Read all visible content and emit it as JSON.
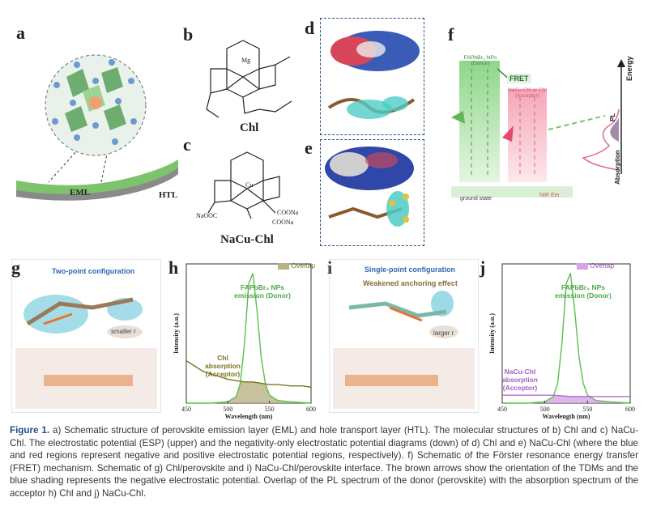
{
  "panels": {
    "a": {
      "label": "a",
      "eml": "EML",
      "htl": "HTL"
    },
    "b": {
      "label": "b",
      "name": "Chl",
      "metal": "Mg"
    },
    "c": {
      "label": "c",
      "name": "NaCu-Chl",
      "metal": "Cu",
      "groups": [
        "NaOOC",
        "COONa",
        "COONa"
      ]
    },
    "d": {
      "label": "d"
    },
    "e": {
      "label": "e"
    },
    "f": {
      "label": "f",
      "donor": "FAPbBr₃ NPs (Donor)",
      "fret": "FRET",
      "acceptor": "NaCu-Chl or Chl (Acceptor)",
      "ground": "ground state",
      "nir": "NIR Em.",
      "energy": "Energy",
      "pl": "PL",
      "absorption": "Absorption"
    },
    "g": {
      "label": "g",
      "title": "Two-point configuration",
      "note": "smaller r"
    },
    "h": {
      "label": "h",
      "overlap": "Overlap",
      "emission": "FAPbBr₃ NPs emission (Donor)",
      "absorption": "Chl absorption (Acceptor)",
      "xlabel": "Wavelength (nm)",
      "ylabel": "Intensity (a.u.)"
    },
    "i": {
      "label": "i",
      "title": "Single-point configuration",
      "subtitle": "Weakened anchoring effect",
      "note": "larger r"
    },
    "j": {
      "label": "j",
      "overlap": "Overlap",
      "emission": "FAPbBr₃ NPs emission (Donor)",
      "absorption": "NaCu-Chl absorption (Acceptor)",
      "xlabel": "Wavelength (nm)",
      "ylabel": "Intensity (a.u.)"
    }
  },
  "chart_data": [
    {
      "type": "area",
      "panel": "h",
      "xlabel": "Wavelength (nm)",
      "ylabel": "Intensity (a.u.)",
      "xlim": [
        450,
        600
      ],
      "xticks": [
        450,
        500,
        550,
        600
      ],
      "series": [
        {
          "name": "FAPbBr₃ NPs emission (Donor)",
          "color": "#5cbf4f",
          "x": [
            450,
            480,
            500,
            510,
            515,
            520,
            525,
            530,
            535,
            540,
            545,
            550,
            560,
            575,
            600
          ],
          "y": [
            0.0,
            0.0,
            0.01,
            0.05,
            0.15,
            0.45,
            0.9,
            0.98,
            0.7,
            0.35,
            0.15,
            0.06,
            0.02,
            0.01,
            0.0
          ]
        },
        {
          "name": "Chl absorption (Acceptor)",
          "color": "#7a7420",
          "x": [
            450,
            460,
            470,
            480,
            490,
            500,
            510,
            520,
            530,
            540,
            550,
            560,
            575,
            590,
            600
          ],
          "y": [
            0.32,
            0.28,
            0.24,
            0.22,
            0.2,
            0.18,
            0.17,
            0.16,
            0.16,
            0.15,
            0.14,
            0.14,
            0.13,
            0.13,
            0.12
          ]
        }
      ],
      "legend": "Overlap"
    },
    {
      "type": "area",
      "panel": "j",
      "xlabel": "Wavelength (nm)",
      "ylabel": "Intensity (a.u.)",
      "xlim": [
        450,
        600
      ],
      "xticks": [
        450,
        500,
        550,
        600
      ],
      "series": [
        {
          "name": "FAPbBr₃ NPs emission (Donor)",
          "color": "#5cbf4f",
          "x": [
            450,
            480,
            500,
            510,
            515,
            520,
            525,
            530,
            535,
            540,
            545,
            550,
            560,
            575,
            600
          ],
          "y": [
            0.0,
            0.0,
            0.01,
            0.05,
            0.15,
            0.45,
            0.9,
            0.98,
            0.7,
            0.35,
            0.15,
            0.06,
            0.02,
            0.01,
            0.0
          ]
        },
        {
          "name": "NaCu-Chl absorption (Acceptor)",
          "color": "#b36ccf",
          "x": [
            450,
            470,
            490,
            510,
            530,
            550,
            570,
            590,
            600
          ],
          "y": [
            0.06,
            0.06,
            0.06,
            0.06,
            0.05,
            0.05,
            0.05,
            0.05,
            0.05
          ]
        }
      ],
      "legend": "Overlap"
    }
  ],
  "caption": {
    "lead": "Figure 1.",
    "text": "a) Schematic structure of perovskite emission layer (EML) and hole transport layer (HTL). The molecular structures of b) Chl and c) NaCu-Chl. The electrostatic potential (ESP) (upper) and the negativity-only electrostatic potential diagrams (down) of d) Chl and e) NaCu-Chl (where the blue and red regions represent negative and positive electrostatic potential regions, respectively). f) Schematic of the Förster resonance energy transfer (FRET) mechanism. Schematic of g) Chl/perovskite and i) NaCu-Chl/perovskite interface. The brown arrows show the orientation of the TDMs and the blue shading represents the negative electrostatic potential. Overlap of the PL spectrum of the donor (perovskite) with the absorption spectrum of the acceptor h) Chl and j) NaCu-Chl."
  }
}
